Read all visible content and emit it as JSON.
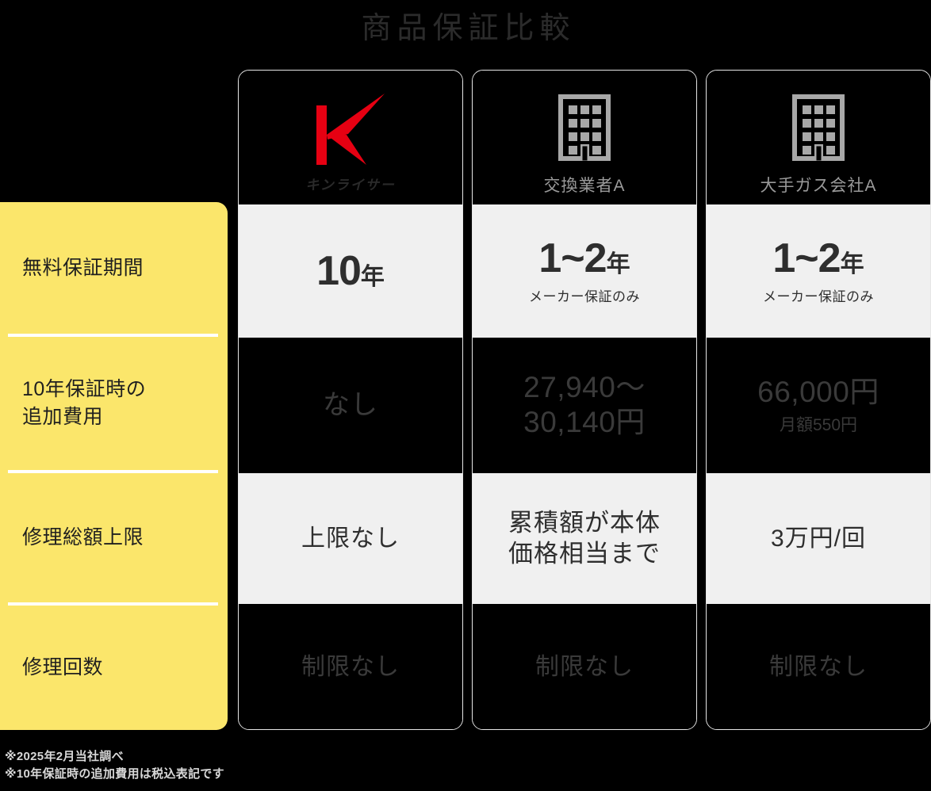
{
  "title": "商品保証比較",
  "colors": {
    "accent_yellow": "#fbe66b",
    "logo_red": "#e60012",
    "light_cell": "#f0f0f0",
    "dark_cell": "#000000",
    "header_label": "#9a9a9a"
  },
  "row_labels": [
    {
      "text": "無料保証期間"
    },
    {
      "text": "10年保証時の\n追加費用",
      "line1": "10年保証時の",
      "line2": "追加費用"
    },
    {
      "text": "修理総額上限"
    },
    {
      "text": "修理回数"
    }
  ],
  "columns": [
    {
      "id": "kinraisa",
      "header": {
        "type": "logo",
        "icon": "kinraisa-k-logo",
        "brand_name": "キンライサー",
        "label": ""
      },
      "cells": [
        {
          "main": "10",
          "unit": "年",
          "note": ""
        },
        {
          "main": "なし",
          "note": ""
        },
        {
          "main": "上限なし",
          "note": ""
        },
        {
          "main": "制限なし",
          "note": ""
        }
      ]
    },
    {
      "id": "exchange-vendor-a",
      "header": {
        "type": "building",
        "icon": "building-icon",
        "brand_name": "",
        "label": "交換業者A"
      },
      "cells": [
        {
          "main": "1~2",
          "unit": "年",
          "note": "メーカー保証のみ"
        },
        {
          "line1": "27,940〜",
          "line2": "30,140円",
          "note": ""
        },
        {
          "line1": "累積額が本体",
          "line2": "価格相当まで",
          "note": ""
        },
        {
          "main": "制限なし",
          "note": ""
        }
      ]
    },
    {
      "id": "major-gas-company-a",
      "header": {
        "type": "building",
        "icon": "building-icon",
        "brand_name": "",
        "label": "大手ガス会社A"
      },
      "cells": [
        {
          "main": "1~2",
          "unit": "年",
          "note": "メーカー保証のみ"
        },
        {
          "main": "66,000円",
          "note": "月額550円"
        },
        {
          "main": "3万円/回",
          "note": ""
        },
        {
          "main": "制限なし",
          "note": ""
        }
      ]
    }
  ],
  "footnotes": [
    "※2025年2月当社調べ",
    "※10年保証時の追加費用は税込表記です"
  ]
}
